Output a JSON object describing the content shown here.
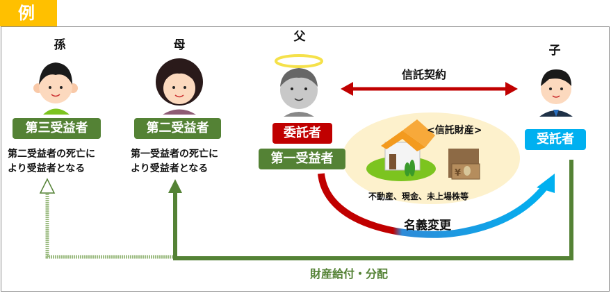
{
  "tab_label": "例",
  "people": {
    "grandchild": {
      "name": "孫",
      "role": "第三受益者",
      "note_line1": "第二受益者の死亡に",
      "note_line2": "より受益者となる"
    },
    "mother": {
      "name": "母",
      "role": "第二受益者",
      "note_line1": "第一受益者の死亡に",
      "note_line2": "より受益者となる"
    },
    "father": {
      "name": "父",
      "role1": "委託者",
      "role2": "第一受益者"
    },
    "child": {
      "name": "子",
      "role": "受託者"
    }
  },
  "contract_label": "信託契約",
  "trust_property": {
    "title": "<信託財産>",
    "items": "不動産、現金、未上場株等"
  },
  "transfer_label": "名義変更",
  "distribution_label": "財産給付・分配",
  "colors": {
    "tab": "#FFC000",
    "green": "#548235",
    "red": "#C00000",
    "blue": "#00B0F0",
    "ellipse": "#FDF1CC"
  }
}
